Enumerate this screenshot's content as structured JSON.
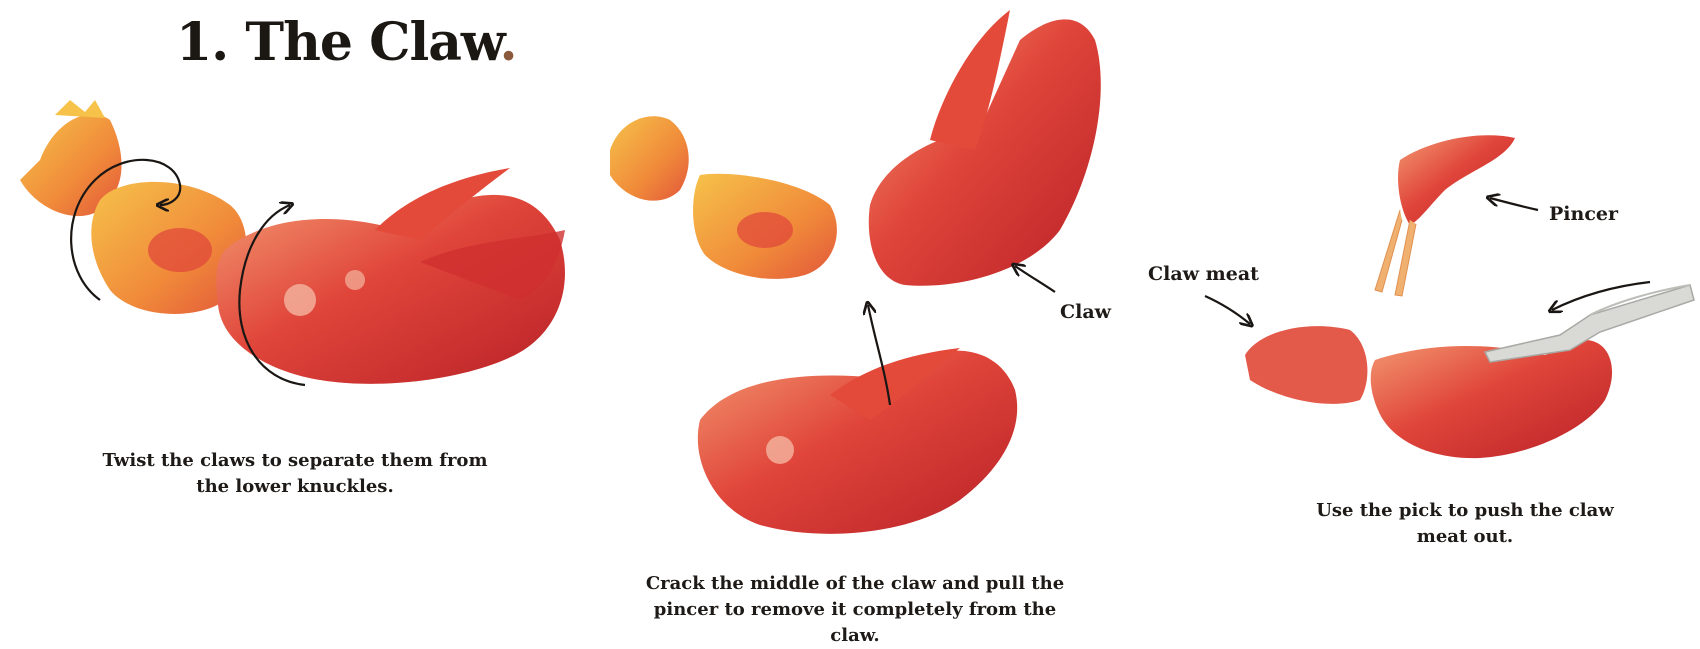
{
  "title": {
    "text": "1. The Claw",
    "dot": ".",
    "accent_color": "#8b5a3c"
  },
  "steps": [
    {
      "caption": "Twist the claws to separate them from the lower knuckles."
    },
    {
      "caption": "Crack the middle of the claw and pull the pincer to remove it completely from the claw.",
      "claw_label": "Claw"
    },
    {
      "caption": "Use the pick to push the claw meat out.",
      "pincer_label": "Pincer",
      "claw_meat_label": "Claw meat"
    }
  ],
  "colors": {
    "shell_dark": "#c9282a",
    "shell_mid": "#e04a3a",
    "shell_light": "#f2a07a",
    "knuckle": "#f4b23c",
    "arrow": "#1a1614",
    "pick": "#d9d9d6"
  },
  "icons": [
    "twist-arrow-icon",
    "pull-arrow-icon",
    "pointer-arrow-icon",
    "lobster-pick-icon"
  ]
}
